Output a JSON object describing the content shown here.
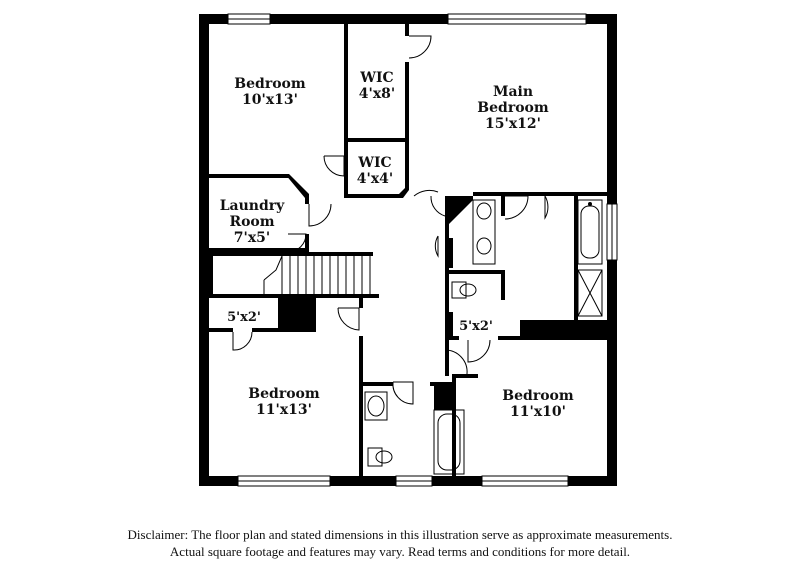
{
  "rooms": {
    "bedroom_nw": {
      "name": "Bedroom",
      "size": "10'x13'"
    },
    "wic_top": {
      "name": "WIC",
      "size": "4'x8'"
    },
    "main_bedroom": {
      "name_line1": "Main",
      "name_line2": "Bedroom",
      "size": "15'x12'"
    },
    "wic_small": {
      "name": "WIC",
      "size": "4'x4'"
    },
    "laundry": {
      "name_line1": "Laundry",
      "name_line2": "Room",
      "size": "7'x5'"
    },
    "closet_left": {
      "size": "5'x2'"
    },
    "closet_right": {
      "size": "5'x2'"
    },
    "bedroom_sw": {
      "name": "Bedroom",
      "size": "11'x13'"
    },
    "bedroom_se": {
      "name": "Bedroom",
      "size": "11'x10'"
    }
  },
  "disclaimer": {
    "line1": "Disclaimer: The floor plan and stated dimensions in this illustration serve as approximate measurements.",
    "line2": "Actual square footage and features may vary. Read terms and conditions for more detail."
  }
}
